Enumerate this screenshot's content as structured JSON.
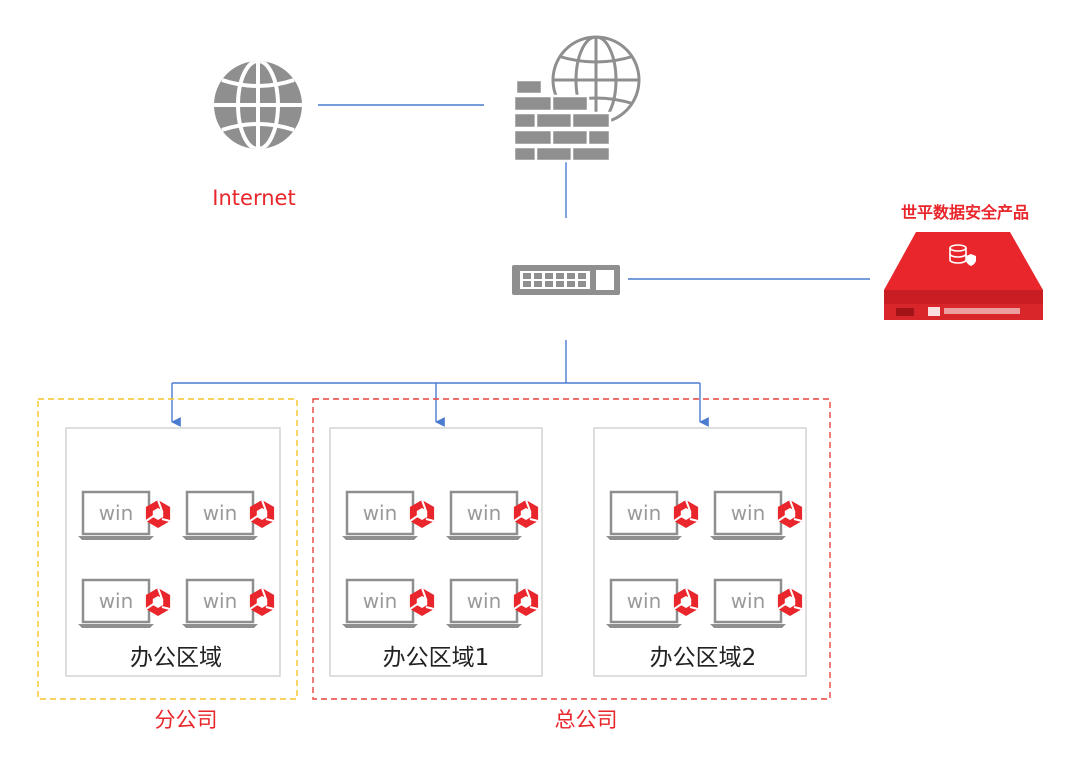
{
  "internet_label": "Internet",
  "product_label": "世平数据安全产品",
  "groups": [
    {
      "label": "分公司",
      "color": "#f5c42a"
    },
    {
      "label": "总公司",
      "color": "#e8443c"
    }
  ],
  "zones": [
    {
      "label": "办公区域",
      "group": 0
    },
    {
      "label": "办公区域1",
      "group": 1
    },
    {
      "label": "办公区域2",
      "group": 1
    }
  ],
  "laptop_label": "win",
  "colors": {
    "accent": "#e8262b",
    "line": "#4a7bd0",
    "icon_gray": "#8f8f8f",
    "box_border": "#cfcfcf",
    "branch_dash": "#f5c42a",
    "hq_dash": "#e8443c"
  }
}
